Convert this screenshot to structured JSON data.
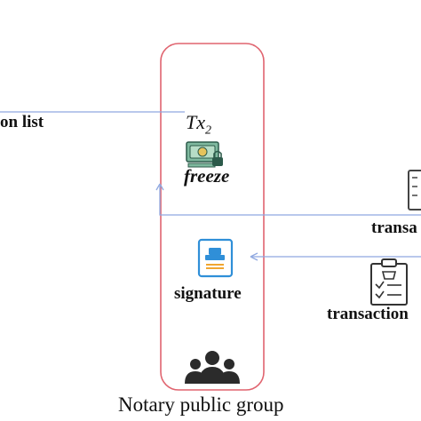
{
  "left_label": "on list",
  "tx": {
    "main": "Tx",
    "sub": "2"
  },
  "freeze_label": "freeze",
  "signature_label": "signature",
  "right_label_top": "transa",
  "right_label_bottom": "transaction",
  "group_label": "Notary public group",
  "colors": {
    "group_border": "#e0646f",
    "arrow": "#8fa8e0",
    "signature_icon": "#2f8fd8"
  },
  "icons": [
    "money-lock-icon",
    "signature-document-icon",
    "clipboard-basket-icon",
    "group-people-icon"
  ]
}
